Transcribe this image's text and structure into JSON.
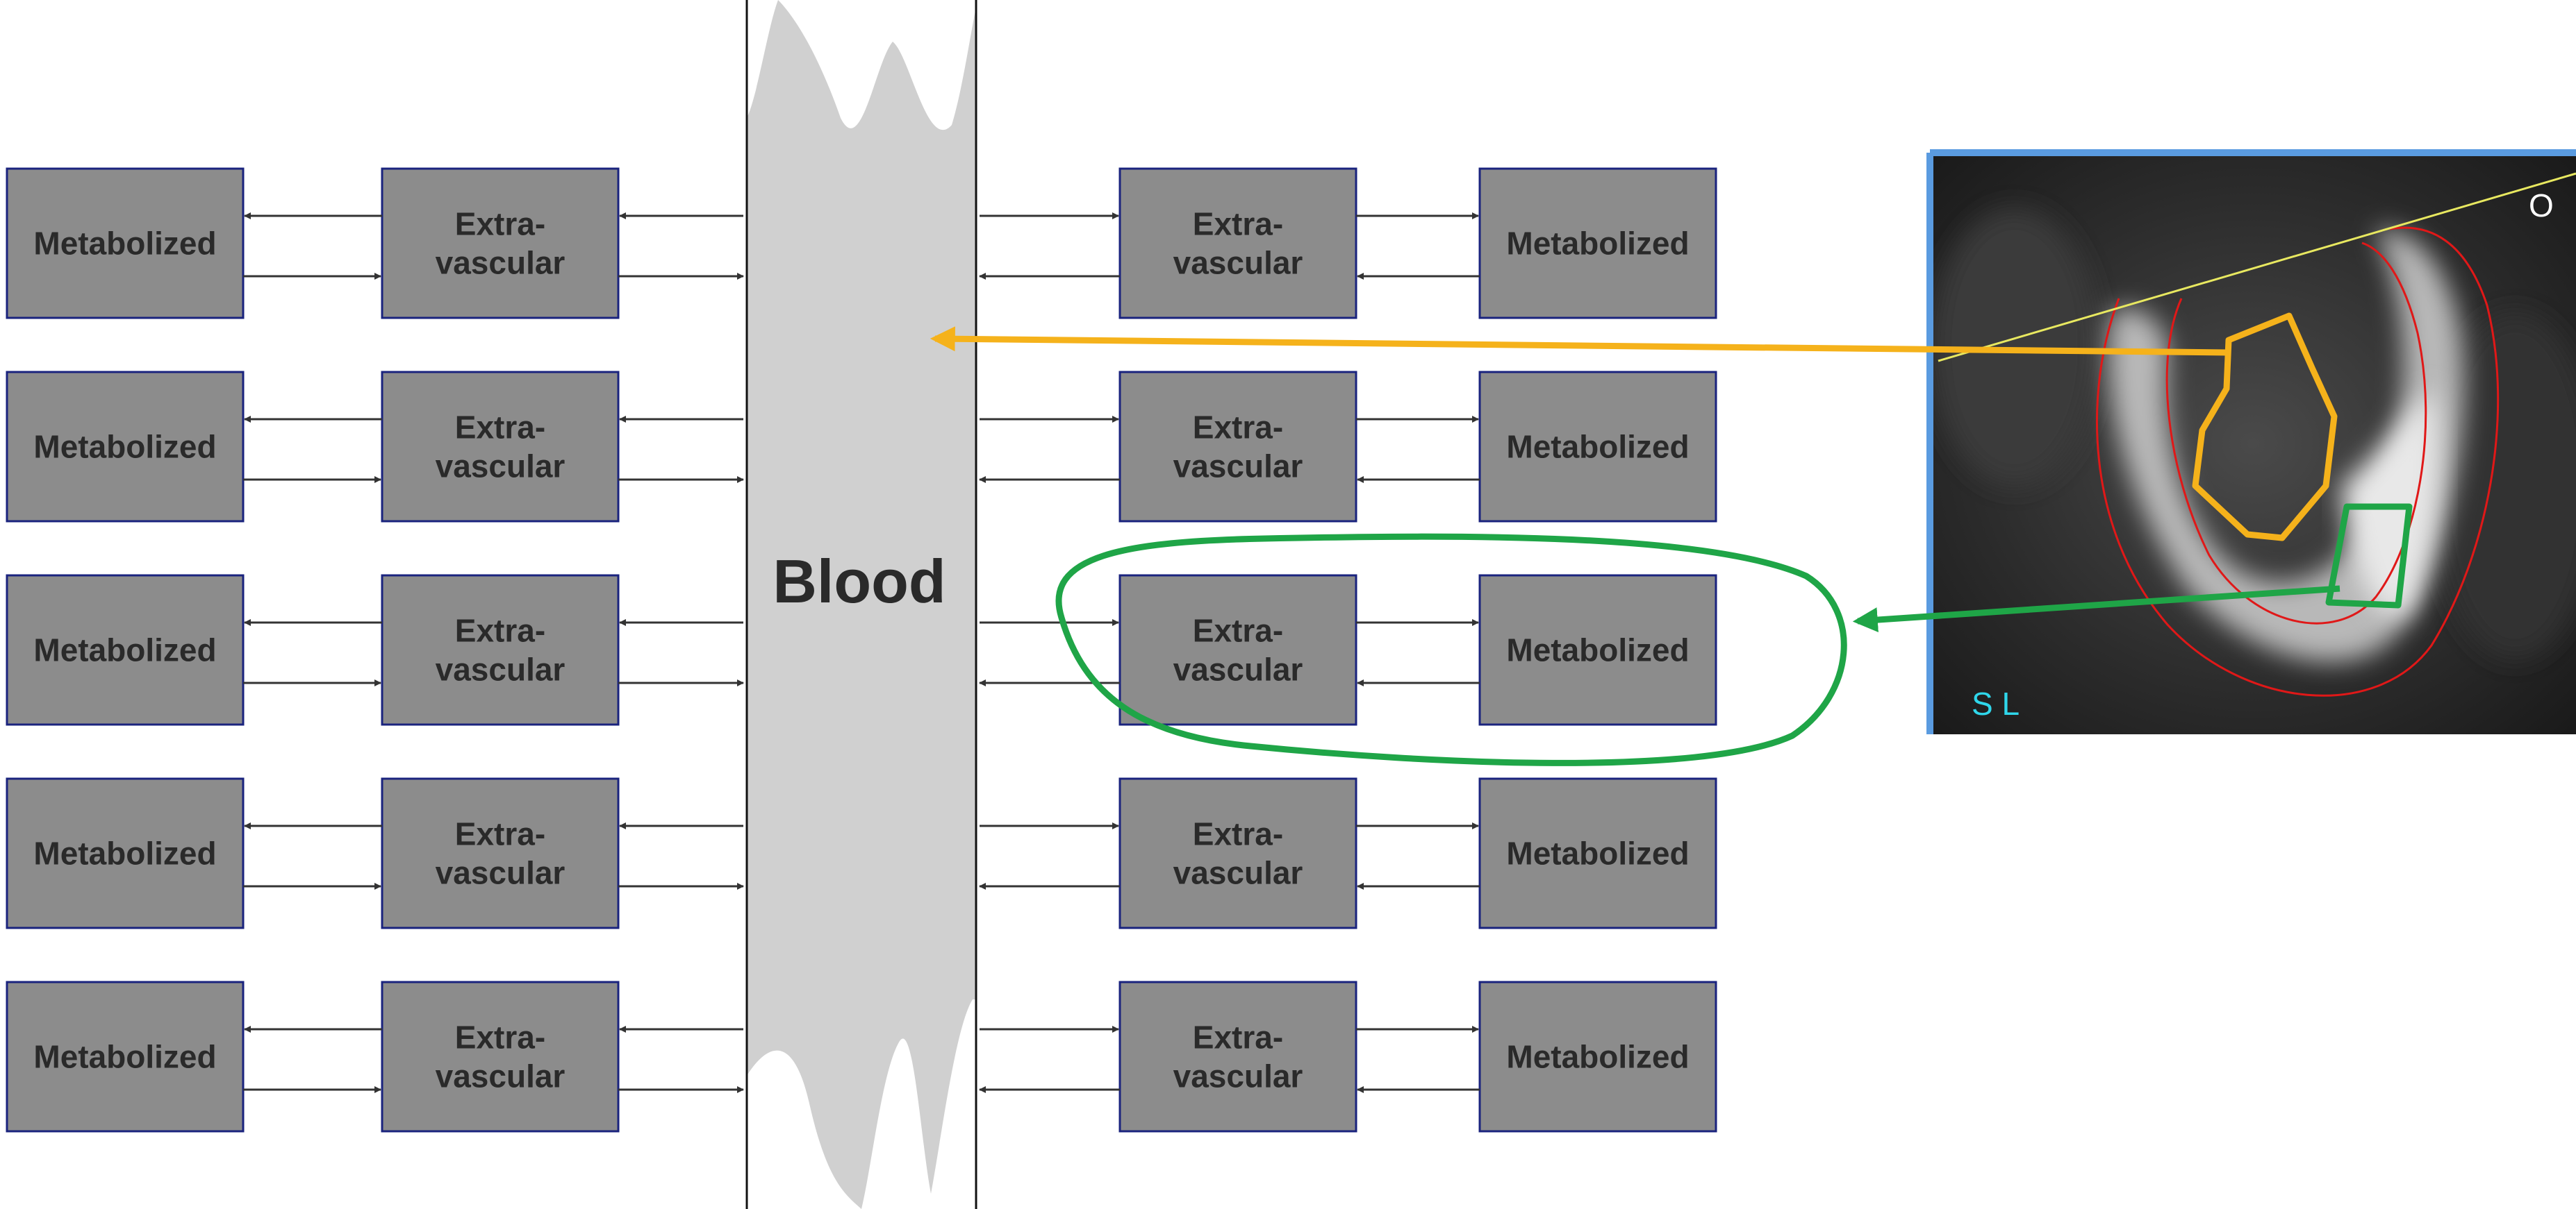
{
  "blood": {
    "label": "Blood",
    "fill": "#d0d0d0"
  },
  "compartments": {
    "metabolized_label": "Metabolized",
    "extravascular_line1": "Extra-",
    "extravascular_line2": "vascular",
    "box_fill": "#8c8c8c",
    "box_border": "#1a237e",
    "text_color": "#2a2a2a"
  },
  "rows": [
    {
      "id": 1
    },
    {
      "id": 2
    },
    {
      "id": 3
    },
    {
      "id": 4
    },
    {
      "id": 5
    }
  ],
  "highlight": {
    "green_color": "#1fa547",
    "orange_color": "#f5b21b"
  },
  "mri_image": {
    "orientation_label": "S L",
    "orientation_color": "#2fd6ea",
    "corner_marker": "O",
    "frame_color": "#5a9be0",
    "contour_color": "#e01818",
    "line_color": "#e8e860"
  }
}
